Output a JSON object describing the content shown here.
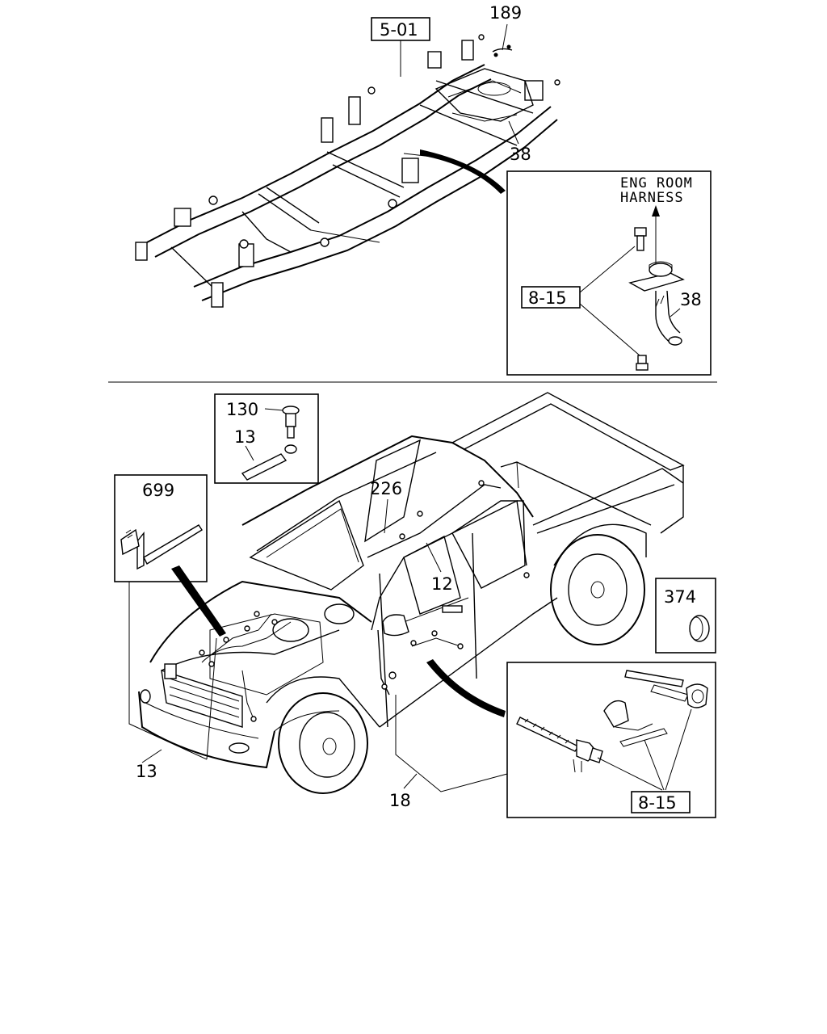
{
  "top": {
    "ref_box_label": "5-01",
    "callout_189": "189",
    "callout_38_frame": "38",
    "inset": {
      "title_line1": "ENG ROOM",
      "title_line2": "HARNESS",
      "ref_box_label": "8-15",
      "callout_38": "38"
    }
  },
  "bottom": {
    "callout_130": "130",
    "callout_13_box": "13",
    "callout_699": "699",
    "callout_226": "226",
    "callout_12": "12",
    "callout_374": "374",
    "callout_13_main": "13",
    "callout_18": "18",
    "inset": {
      "ref_box_label": "8-15"
    }
  }
}
